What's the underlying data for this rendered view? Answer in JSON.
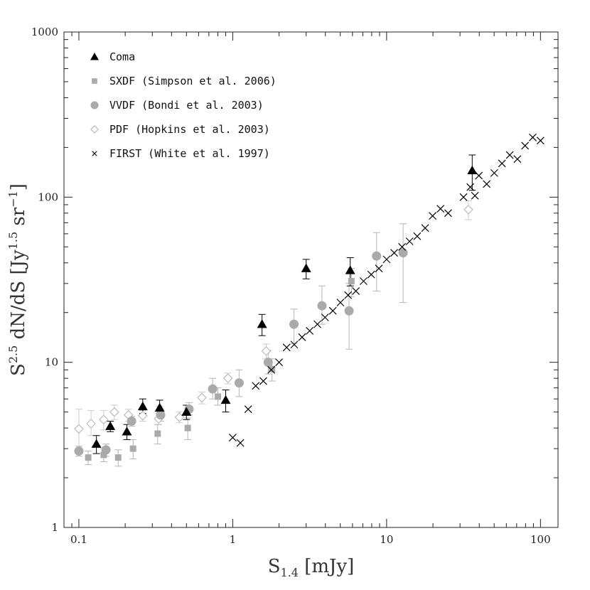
{
  "chart_data": {
    "type": "scatter",
    "title": "",
    "xscale": "log",
    "yscale": "log",
    "xlim": [
      0.08,
      130
    ],
    "ylim": [
      1,
      1000
    ],
    "grid": false,
    "legend_position": "top-left",
    "xlabel": {
      "base": "S",
      "sub": "1.4",
      "rest": " [mJy]"
    },
    "ylabel": {
      "base": "S",
      "sup": "2.5",
      "mid": " dN/dS [Jy",
      "sup2": "1.5",
      "mid2": " sr",
      "sup3": "−1",
      "end": "]"
    },
    "x_ticks": [
      {
        "value": 0.1,
        "label": "0.1"
      },
      {
        "value": 1,
        "label": "1"
      },
      {
        "value": 10,
        "label": "10"
      },
      {
        "value": 100,
        "label": "100"
      }
    ],
    "y_ticks": [
      {
        "value": 1,
        "label": "1"
      },
      {
        "value": 10,
        "label": "10"
      },
      {
        "value": 100,
        "label": "100"
      },
      {
        "value": 1000,
        "label": "1000"
      }
    ],
    "series": [
      {
        "name": "Coma",
        "marker": "triangle",
        "color": "#000000",
        "points": [
          {
            "x": 0.13,
            "y": 3.2,
            "lo": 2.8,
            "hi": 3.6
          },
          {
            "x": 0.16,
            "y": 4.1,
            "lo": 3.8,
            "hi": 4.4
          },
          {
            "x": 0.205,
            "y": 3.8,
            "lo": 3.4,
            "hi": 4.2
          },
          {
            "x": 0.26,
            "y": 5.4,
            "lo": 4.9,
            "hi": 6.0
          },
          {
            "x": 0.335,
            "y": 5.3,
            "lo": 4.8,
            "hi": 5.9
          },
          {
            "x": 0.5,
            "y": 5.0,
            "lo": 4.5,
            "hi": 5.5
          },
          {
            "x": 0.9,
            "y": 5.9,
            "lo": 5.0,
            "hi": 6.8
          },
          {
            "x": 1.55,
            "y": 17.0,
            "lo": 14.5,
            "hi": 19.5
          },
          {
            "x": 3.0,
            "y": 37.0,
            "lo": 32.0,
            "hi": 42.0
          },
          {
            "x": 5.8,
            "y": 36.0,
            "lo": 29.0,
            "hi": 43.0
          },
          {
            "x": 36.0,
            "y": 145.0,
            "lo": 110.0,
            "hi": 180.0
          }
        ]
      },
      {
        "name": "SXDF (Simpson et al. 2006)",
        "marker": "square",
        "color": "#aaaaaa",
        "points": [
          {
            "x": 0.115,
            "y": 2.65,
            "lo": 2.4,
            "hi": 2.9
          },
          {
            "x": 0.145,
            "y": 2.75,
            "lo": 2.5,
            "hi": 3.0
          },
          {
            "x": 0.18,
            "y": 2.65,
            "lo": 2.35,
            "hi": 2.95
          },
          {
            "x": 0.225,
            "y": 3.0,
            "lo": 2.6,
            "hi": 3.4
          },
          {
            "x": 0.325,
            "y": 3.7,
            "lo": 3.2,
            "hi": 4.2
          },
          {
            "x": 0.335,
            "y": 4.9,
            "lo": 4.4,
            "hi": 5.4
          },
          {
            "x": 0.51,
            "y": 4.0,
            "lo": 3.4,
            "hi": 4.6
          },
          {
            "x": 0.8,
            "y": 6.2,
            "lo": 5.5,
            "hi": 7.0
          },
          {
            "x": 1.8,
            "y": 9.1,
            "lo": 7.7,
            "hi": 10.5
          },
          {
            "x": 5.9,
            "y": 31.0,
            "lo": 25.0,
            "hi": 37.0
          }
        ]
      },
      {
        "name": "VVDF (Bondi et al. 2003)",
        "marker": "circle",
        "color": "#aaaaaa",
        "points": [
          {
            "x": 0.1,
            "y": 2.9,
            "lo": 2.7,
            "hi": 3.1
          },
          {
            "x": 0.15,
            "y": 2.95,
            "lo": 2.7,
            "hi": 3.2
          },
          {
            "x": 0.22,
            "y": 4.4,
            "lo": 4.1,
            "hi": 4.7
          },
          {
            "x": 0.34,
            "y": 4.8,
            "lo": 4.4,
            "hi": 5.2
          },
          {
            "x": 0.52,
            "y": 5.2,
            "lo": 4.8,
            "hi": 5.7
          },
          {
            "x": 0.74,
            "y": 6.9,
            "lo": 6.0,
            "hi": 8.0
          },
          {
            "x": 1.1,
            "y": 7.5,
            "lo": 6.2,
            "hi": 9.0
          },
          {
            "x": 1.7,
            "y": 10.0,
            "lo": 8.5,
            "hi": 11.8
          },
          {
            "x": 2.5,
            "y": 17.0,
            "lo": 13.0,
            "hi": 21.0
          },
          {
            "x": 3.8,
            "y": 22.0,
            "lo": 17.0,
            "hi": 29.0
          },
          {
            "x": 5.7,
            "y": 20.5,
            "lo": 12.0,
            "hi": 30.0
          },
          {
            "x": 8.6,
            "y": 44.0,
            "lo": 27.0,
            "hi": 61.0
          },
          {
            "x": 12.8,
            "y": 46.0,
            "lo": 23.0,
            "hi": 69.0
          }
        ]
      },
      {
        "name": "PDF (Hopkins et al. 2003)",
        "marker": "diamond",
        "color": "#bbbbbb",
        "points": [
          {
            "x": 0.1,
            "y": 3.95,
            "lo": 3.0,
            "hi": 5.2
          },
          {
            "x": 0.12,
            "y": 4.25,
            "lo": 3.6,
            "hi": 5.1
          },
          {
            "x": 0.145,
            "y": 4.5,
            "lo": 3.9,
            "hi": 5.1
          },
          {
            "x": 0.17,
            "y": 5.0,
            "lo": 4.5,
            "hi": 5.5
          },
          {
            "x": 0.21,
            "y": 4.8,
            "lo": 4.4,
            "hi": 5.2
          },
          {
            "x": 0.26,
            "y": 4.75,
            "lo": 4.4,
            "hi": 5.1
          },
          {
            "x": 0.33,
            "y": 4.55,
            "lo": 4.2,
            "hi": 4.9
          },
          {
            "x": 0.45,
            "y": 4.65,
            "lo": 4.3,
            "hi": 5.0
          },
          {
            "x": 0.63,
            "y": 6.1,
            "lo": 5.6,
            "hi": 6.6
          },
          {
            "x": 0.93,
            "y": 8.0,
            "lo": 7.4,
            "hi": 8.6
          },
          {
            "x": 1.65,
            "y": 11.7,
            "lo": 10.5,
            "hi": 12.9
          },
          {
            "x": 34.0,
            "y": 84.0,
            "lo": 73.0,
            "hi": 95.0
          }
        ]
      },
      {
        "name": "FIRST (White et al. 1997)",
        "marker": "cross",
        "color": "#000000",
        "points": [
          {
            "x": 1.0,
            "y": 3.5
          },
          {
            "x": 1.12,
            "y": 3.25
          },
          {
            "x": 1.26,
            "y": 5.2
          },
          {
            "x": 1.41,
            "y": 7.2
          },
          {
            "x": 1.58,
            "y": 7.7
          },
          {
            "x": 1.78,
            "y": 9.0
          },
          {
            "x": 2.0,
            "y": 10.0
          },
          {
            "x": 2.24,
            "y": 12.3
          },
          {
            "x": 2.51,
            "y": 12.8
          },
          {
            "x": 2.82,
            "y": 14.2
          },
          {
            "x": 3.16,
            "y": 15.5
          },
          {
            "x": 3.55,
            "y": 17.0
          },
          {
            "x": 3.98,
            "y": 18.7
          },
          {
            "x": 4.47,
            "y": 20.5
          },
          {
            "x": 5.01,
            "y": 23.0
          },
          {
            "x": 5.62,
            "y": 25.5
          },
          {
            "x": 6.31,
            "y": 27.0
          },
          {
            "x": 7.08,
            "y": 31.0
          },
          {
            "x": 7.94,
            "y": 34.0
          },
          {
            "x": 8.91,
            "y": 37.0
          },
          {
            "x": 10.0,
            "y": 42.0
          },
          {
            "x": 11.2,
            "y": 46.0
          },
          {
            "x": 12.6,
            "y": 50.0
          },
          {
            "x": 14.1,
            "y": 54.0
          },
          {
            "x": 15.8,
            "y": 58.0
          },
          {
            "x": 17.8,
            "y": 65.0
          },
          {
            "x": 19.9,
            "y": 77.0
          },
          {
            "x": 22.4,
            "y": 85.0
          },
          {
            "x": 25.1,
            "y": 80.0
          },
          {
            "x": 31.6,
            "y": 100.0
          },
          {
            "x": 35.0,
            "y": 115.0
          },
          {
            "x": 37.5,
            "y": 102.0
          },
          {
            "x": 39.8,
            "y": 135.0
          },
          {
            "x": 44.7,
            "y": 120.0
          },
          {
            "x": 50.1,
            "y": 140.0
          },
          {
            "x": 56.2,
            "y": 160.0
          },
          {
            "x": 63.1,
            "y": 180.0
          },
          {
            "x": 70.8,
            "y": 170.0
          },
          {
            "x": 79.4,
            "y": 205.0
          },
          {
            "x": 89.1,
            "y": 230.0
          },
          {
            "x": 100.0,
            "y": 220.0
          }
        ]
      }
    ]
  }
}
